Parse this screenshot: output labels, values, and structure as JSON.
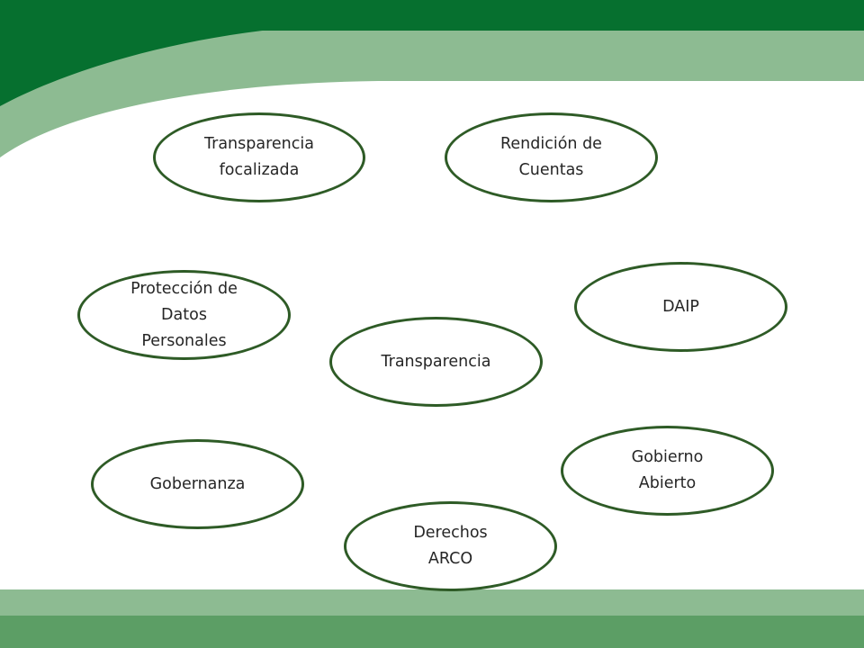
{
  "colors": {
    "dark_green": "#06702f",
    "light_green": "#8dbb92",
    "ellipse_border": "#2e5b26",
    "text": "#262626"
  },
  "nodes": {
    "transparencia_focalizada": "Transparencia\nfocalizada",
    "rendicion_de_cuentas": "Rendición de\nCuentas",
    "proteccion_de_datos": "Protección de\nDatos\nPersonales",
    "daip": "DAIP",
    "transparencia": "Transparencia",
    "gobierno_abierto": "Gobierno\nAbierto",
    "gobernanza": "Gobernanza",
    "derechos_arco": "Derechos\nARCO"
  }
}
